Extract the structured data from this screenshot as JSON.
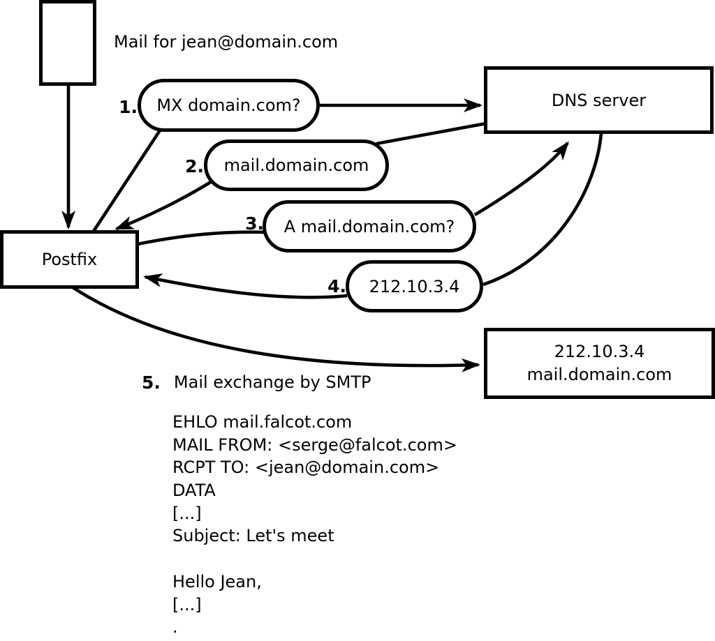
{
  "colors": {
    "ink": "#000000",
    "paper": "#ffffff"
  },
  "mail_note": "Mail for jean@domain.com",
  "nodes": {
    "postfix": "Postfix",
    "dns": "DNS server",
    "mailserver_line1": "212.10.3.4",
    "mailserver_line2": "mail.domain.com"
  },
  "steps": [
    {
      "num": "1.",
      "label": "MX domain.com?"
    },
    {
      "num": "2.",
      "label": "mail.domain.com"
    },
    {
      "num": "3.",
      "label": "A mail.domain.com?"
    },
    {
      "num": "4.",
      "label": "212.10.3.4"
    },
    {
      "num": "5.",
      "label": "Mail exchange by SMTP"
    }
  ],
  "smtp_session": [
    "EHLO mail.falcot.com",
    "MAIL FROM: <serge@falcot.com>",
    "RCPT TO: <jean@domain.com>",
    "DATA",
    "[...]",
    "Subject: Let's meet",
    "",
    "Hello Jean,",
    "[...]",
    "."
  ]
}
